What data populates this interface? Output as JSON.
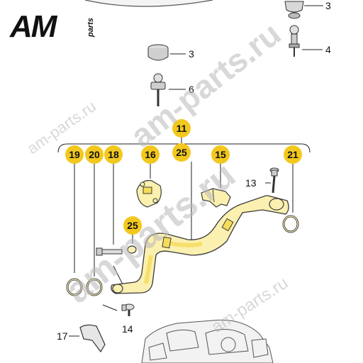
{
  "logo": {
    "main": "AM",
    "sub": "parts"
  },
  "watermarks": [
    "am-parts.ru",
    "am-parts.ru",
    "am-parts.ru",
    "am-parts.ru"
  ],
  "labels": {
    "top_right_3": "3",
    "top_right_4": "4",
    "mid_3": "3",
    "mid_6": "6",
    "group_11": "11",
    "group_25": "25",
    "b19": "19",
    "b20": "20",
    "b18": "18",
    "b16": "16",
    "b15": "15",
    "b21": "21",
    "b25_small": "25",
    "n13": "13",
    "n14": "14",
    "n17": "17"
  },
  "colors": {
    "badge": "#f2c81e",
    "part_fill": "#fbf0b0",
    "part_stroke": "#3a3a3a",
    "highlight": "#f5dc5a"
  }
}
